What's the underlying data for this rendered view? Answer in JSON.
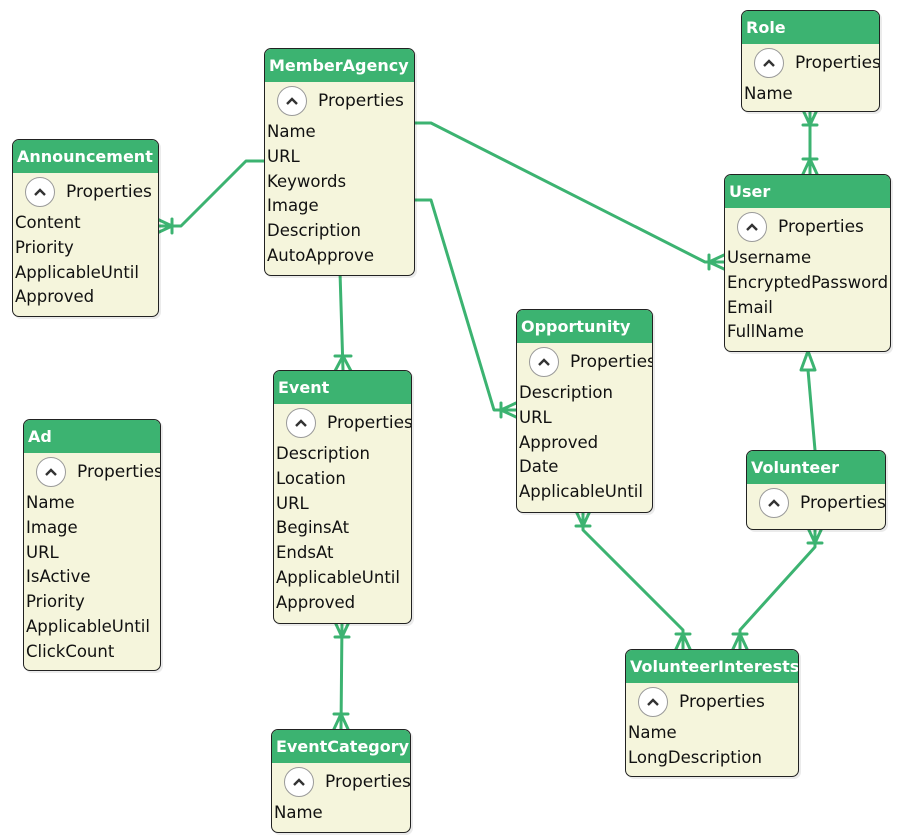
{
  "colors": {
    "header": "#3cb371",
    "body": "#f5f5dc",
    "connector": "#3cb371",
    "border": "#222222"
  },
  "icons": {
    "collapse": "chevron-up-icon"
  },
  "entities": {
    "announcement": {
      "title": "Announcement",
      "section_label": "Properties",
      "properties": [
        "Content",
        "Priority",
        "ApplicableUntil",
        "Approved"
      ]
    },
    "ad": {
      "title": "Ad",
      "section_label": "Properties",
      "properties": [
        "Name",
        "Image",
        "URL",
        "IsActive",
        "Priority",
        "ApplicableUntil",
        "ClickCount"
      ]
    },
    "member_agency": {
      "title": "MemberAgency",
      "section_label": "Properties",
      "properties": [
        "Name",
        "URL",
        "Keywords",
        "Image",
        "Description",
        "AutoApprove"
      ]
    },
    "event": {
      "title": "Event",
      "section_label": "Properties",
      "properties": [
        "Description",
        "Location",
        "URL",
        "BeginsAt",
        "EndsAt",
        "ApplicableUntil",
        "Approved"
      ]
    },
    "event_category": {
      "title": "EventCategory",
      "section_label": "Properties",
      "properties": [
        "Name"
      ]
    },
    "opportunity": {
      "title": "Opportunity",
      "section_label": "Properties",
      "properties": [
        "Description",
        "URL",
        "Approved",
        "Date",
        "ApplicableUntil"
      ]
    },
    "role": {
      "title": "Role",
      "section_label": "Properties",
      "properties": [
        "Name"
      ]
    },
    "user": {
      "title": "User",
      "section_label": "Properties",
      "properties": [
        "Username",
        "EncryptedPassword",
        "Email",
        "FullName"
      ]
    },
    "volunteer": {
      "title": "Volunteer",
      "section_label": "Properties",
      "properties": []
    },
    "volunteer_interests": {
      "title": "VolunteerInterests",
      "section_label": "Properties",
      "properties": [
        "Name",
        "LongDescription"
      ]
    }
  }
}
